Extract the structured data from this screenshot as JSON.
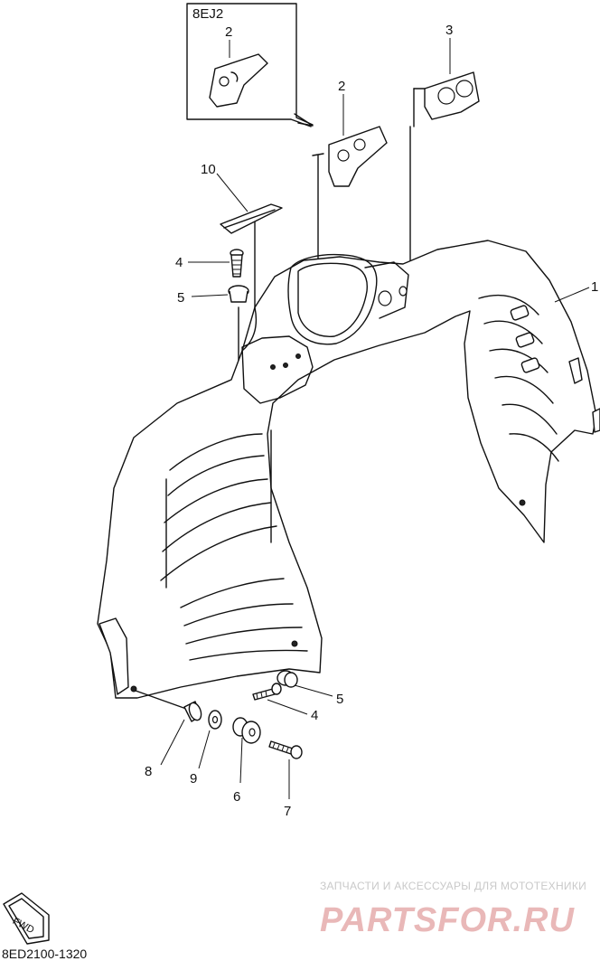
{
  "diagram": {
    "inset_box_label": "8EJ2",
    "callouts": {
      "p1": "1",
      "p2_inset": "2",
      "p2": "2",
      "p3": "3",
      "p4_top": "4",
      "p4_bottom": "4",
      "p5_top": "5",
      "p5_bottom": "5",
      "p6": "6",
      "p7": "7",
      "p8": "8",
      "p9": "9",
      "p10": "10"
    },
    "fwd_label": "FWD",
    "drawing_code": "8ED2100-1320"
  },
  "watermark": {
    "tagline": "ЗАПЧАСТИ И АКСЕССУАРЫ ДЛЯ МОТОТЕХНИКИ",
    "brand": "PARTSFOR.RU"
  }
}
